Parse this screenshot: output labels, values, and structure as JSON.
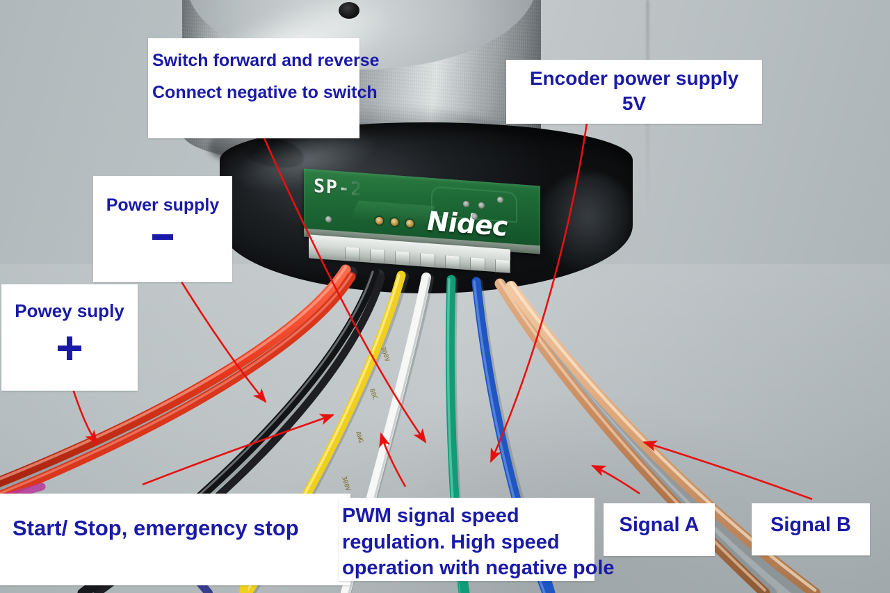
{
  "image": {
    "subject": "Nidec brushless DC motor wiring diagram photo",
    "background_color": "#b9c0c2",
    "annotation_color": "#1a1aa8",
    "arrow_color": "#e8100f",
    "label_bg": "#ffffff"
  },
  "hardware": {
    "pcb_silk_model": "SP-2",
    "pcb_brand": "Nidec"
  },
  "labels": {
    "switch": {
      "line1": "Switch forward and reverse",
      "line2": "Connect negative to switch"
    },
    "encoder": {
      "line1": "Encoder power supply",
      "line2": "5V"
    },
    "power_negative": {
      "line1": "Power supply",
      "symbol": "minus"
    },
    "power_positive": {
      "line1": "Powey suply",
      "symbol": "plus"
    },
    "start_stop": {
      "line1": "Start/ Stop,   emergency stop"
    },
    "pwm": {
      "line1": "PWM signal speed",
      "line2": "regulation. High speed",
      "line3": "operation with negative pole"
    },
    "signal_a": {
      "line1": "Signal A"
    },
    "signal_b": {
      "line1": "Signal B"
    }
  },
  "wires": [
    {
      "name": "red",
      "color": "#e83b20",
      "function": "Powey suply +"
    },
    {
      "name": "black",
      "color": "#17181a",
      "function": "Power supply -"
    },
    {
      "name": "yellow",
      "color": "#f0cf1d",
      "function": "Start/ Stop, emergency stop"
    },
    {
      "name": "white",
      "color": "#f4f6f4",
      "function": "PWM signal speed regulation"
    },
    {
      "name": "green",
      "color": "#129b77",
      "function": "Switch forward and reverse"
    },
    {
      "name": "blue",
      "color": "#1f56c4",
      "function": "Encoder power supply 5V"
    },
    {
      "name": "light-brown",
      "color": "#dba374",
      "function": "Signal B"
    },
    {
      "name": "brown",
      "color": "#c58a5c",
      "function": "Signal A"
    }
  ]
}
